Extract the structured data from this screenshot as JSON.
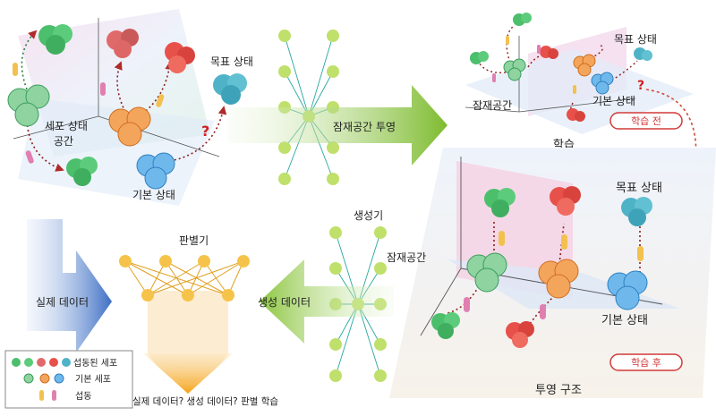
{
  "left_space": {
    "cell_state_space_line1": "세포 상태",
    "cell_state_space_line2": "공간",
    "target_state": "목표 상태",
    "base_state": "기본 상태"
  },
  "latent_projection_label": "잠재공간 투영",
  "before_panel": {
    "target_state": "목표 상태",
    "latent_space": "잠재공간",
    "base_state": "기본 상태",
    "badge": "학습 전"
  },
  "learning_label": "학습",
  "after_panel": {
    "target_state": "목표 상태",
    "latent_space": "잠재공간",
    "base_state": "기본 상태",
    "badge": "학습 후",
    "projection_structure": "투영 구조"
  },
  "generator_label": "생성기",
  "generated_data_label": "생성 데이터",
  "discriminator_label": "판별기",
  "real_data_label": "실제 데이터",
  "discrimination_caption": "실제 데이터? 생성 데이터? 판별 학습",
  "question_mark": "?",
  "legend": {
    "perturbed_cells": "섭동된 세포",
    "base_cells": "기본 세포",
    "perturbation": "섭동"
  },
  "colors": {
    "green_arrow": "#8cc63f",
    "blue_arrow": "#4a78c9",
    "orange_arrow": "#f2a31b",
    "network_line": "#27a6a0",
    "network_node": "#bfe06a",
    "cell_green": "#57c17a",
    "cell_orange": "#f08a3c",
    "cell_blue": "#5aaee8",
    "cell_red": "#e8504a",
    "cell_teal": "#4fb3c8",
    "badge_border": "#d23a3a",
    "red_dotted": "#d24a3a"
  }
}
